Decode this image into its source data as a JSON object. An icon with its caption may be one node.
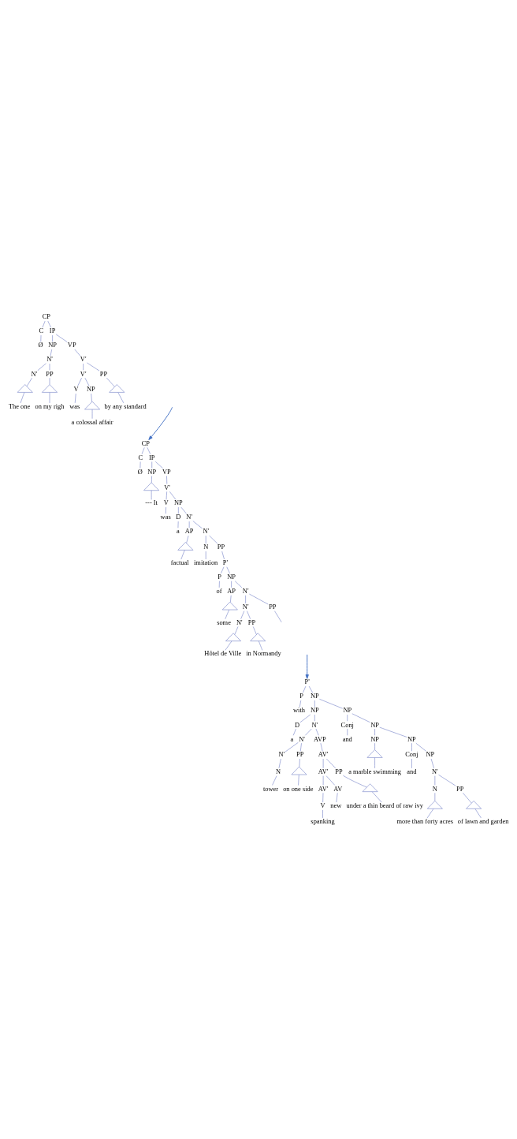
{
  "diagram": {
    "nodes": [
      {
        "text": [
          "CP"
        ]
      },
      {
        "text": [
          "C"
        ]
      },
      {
        "text": [
          "IP"
        ]
      },
      {
        "text": [
          "Ø"
        ]
      },
      {
        "text": [
          "NP"
        ]
      },
      {
        "text": [
          "VP"
        ]
      },
      {
        "text": [
          "N'"
        ]
      },
      {
        "text": [
          "V'"
        ]
      },
      {
        "text": [
          "N'"
        ]
      },
      {
        "text": [
          "PP"
        ]
      },
      {
        "text": [
          "V'"
        ]
      },
      {
        "text": [
          "PP"
        ]
      },
      {
        "text": [],
        "shape": "triangle"
      },
      {
        "text": [
          "The one"
        ]
      },
      {
        "text": [],
        "shape": "triangle"
      },
      {
        "text": [
          "on my righ"
        ]
      },
      {
        "text": [
          "V"
        ]
      },
      {
        "text": [
          "NP"
        ]
      },
      {
        "text": [],
        "shape": "triangle"
      },
      {
        "text": [
          "by any standard"
        ]
      },
      {
        "text": [
          "was"
        ]
      },
      {
        "text": [],
        "shape": "triangle"
      },
      {
        "text": [
          "a colossal affair"
        ]
      },
      {
        "text": [
          "CP"
        ]
      },
      {
        "text": [
          "C"
        ]
      },
      {
        "text": [
          "IP"
        ]
      },
      {
        "text": [
          "Ø"
        ]
      },
      {
        "text": [
          "NP"
        ]
      },
      {
        "text": [
          "VP"
        ]
      },
      {
        "text": [],
        "shape": "triangle"
      },
      {
        "text": [
          "--- It"
        ]
      },
      {
        "text": [
          "V'"
        ]
      },
      {
        "text": [
          "V"
        ]
      },
      {
        "text": [
          "NP"
        ]
      },
      {
        "text": [
          "was"
        ]
      },
      {
        "text": [
          "D"
        ]
      },
      {
        "text": [
          "N'"
        ]
      },
      {
        "text": [
          "a"
        ]
      },
      {
        "text": [
          "AP"
        ]
      },
      {
        "text": [
          "N'"
        ]
      },
      {
        "text": [],
        "shape": "triangle"
      },
      {
        "text": [
          "factual"
        ]
      },
      {
        "text": [
          "N"
        ]
      },
      {
        "text": [
          "PP"
        ]
      },
      {
        "text": [
          "imitation"
        ]
      },
      {
        "text": [
          "P'"
        ]
      },
      {
        "text": [
          "P"
        ]
      },
      {
        "text": [
          "NP"
        ]
      },
      {
        "text": [
          "of"
        ]
      },
      {
        "text": [
          "AP"
        ]
      },
      {
        "text": [
          "N'"
        ]
      },
      {
        "text": [],
        "shape": "triangle"
      },
      {
        "text": [
          "some"
        ]
      },
      {
        "text": [
          "N'"
        ]
      },
      {
        "text": [
          "PP"
        ]
      },
      {
        "text": [
          "N'"
        ]
      },
      {
        "text": [
          "PP"
        ]
      },
      {
        "text": [],
        "shape": "triangle"
      },
      {
        "text": [
          "Hôtel de Ville"
        ]
      },
      {
        "text": [],
        "shape": "triangle"
      },
      {
        "text": [
          "in Normandy"
        ]
      },
      {
        "text": [
          "P'"
        ]
      },
      {
        "text": [
          "P"
        ]
      },
      {
        "text": [
          "NP"
        ]
      },
      {
        "text": [
          "with"
        ]
      },
      {
        "text": [
          "NP"
        ]
      },
      {
        "text": [
          "NP"
        ]
      },
      {
        "text": [
          "D"
        ]
      },
      {
        "text": [
          "N'"
        ]
      },
      {
        "text": [
          "Conj"
        ]
      },
      {
        "text": [
          "NP"
        ]
      },
      {
        "text": [
          "a"
        ]
      },
      {
        "text": [
          "N'"
        ]
      },
      {
        "text": [
          "AVP"
        ]
      },
      {
        "text": [
          "and"
        ]
      },
      {
        "text": [
          "NP"
        ]
      },
      {
        "text": [
          "NP"
        ]
      },
      {
        "text": [
          "N'"
        ]
      },
      {
        "text": [
          "PP"
        ]
      },
      {
        "text": [
          "AV'"
        ]
      },
      {
        "text": [],
        "shape": "triangle"
      },
      {
        "text": [
          "a marble swimming"
        ]
      },
      {
        "text": [
          "Conj"
        ]
      },
      {
        "text": [
          "NP"
        ]
      },
      {
        "text": [
          "N"
        ]
      },
      {
        "text": [],
        "shape": "triangle"
      },
      {
        "text": [
          "on one side"
        ]
      },
      {
        "text": [
          "AV'"
        ]
      },
      {
        "text": [
          "PP"
        ]
      },
      {
        "text": [
          "and"
        ]
      },
      {
        "text": [
          "N'"
        ]
      },
      {
        "text": [
          "tower"
        ]
      },
      {
        "text": [
          "AV'"
        ]
      },
      {
        "text": [
          "AV"
        ]
      },
      {
        "text": [],
        "shape": "triangle"
      },
      {
        "text": [
          "under a thin beard of raw ivy"
        ]
      },
      {
        "text": [
          "N"
        ]
      },
      {
        "text": [
          "PP"
        ]
      },
      {
        "text": [
          "V"
        ]
      },
      {
        "text": [
          "new"
        ]
      },
      {
        "text": [],
        "shape": "triangle"
      },
      {
        "text": [
          "more than forty acres"
        ]
      },
      {
        "text": [],
        "shape": "triangle"
      },
      {
        "text": [
          "of lawn and garden"
        ]
      },
      {
        "text": [
          "spanking"
        ]
      }
    ],
    "edges": [
      {
        "from": 0,
        "to": 1,
        "arrow": "none"
      },
      {
        "from": 0,
        "to": 2,
        "arrow": "none"
      },
      {
        "from": 1,
        "to": 3,
        "arrow": "none"
      },
      {
        "from": 2,
        "to": 4,
        "arrow": "none"
      },
      {
        "from": 2,
        "to": 5,
        "arrow": "none"
      },
      {
        "from": 4,
        "to": 6,
        "arrow": "none"
      },
      {
        "from": 5,
        "to": 7,
        "arrow": "none"
      },
      {
        "from": 6,
        "to": 8,
        "arrow": "none"
      },
      {
        "from": 6,
        "to": 9,
        "arrow": "none"
      },
      {
        "from": 7,
        "to": 10,
        "arrow": "none"
      },
      {
        "from": 7,
        "to": 11,
        "arrow": "none"
      },
      {
        "from": 8,
        "to": 12,
        "arrow": "none"
      },
      {
        "from": 12,
        "to": 13,
        "arrow": "none"
      },
      {
        "from": 9,
        "to": 14,
        "arrow": "none"
      },
      {
        "from": 14,
        "to": 15,
        "arrow": "none"
      },
      {
        "from": 10,
        "to": 16,
        "arrow": "none"
      },
      {
        "from": 10,
        "to": 17,
        "arrow": "none"
      },
      {
        "from": 11,
        "to": 18,
        "arrow": "none"
      },
      {
        "from": 18,
        "to": 19,
        "arrow": "none"
      },
      {
        "from": 16,
        "to": 20,
        "arrow": "none"
      },
      {
        "from": 17,
        "to": 21,
        "arrow": "none"
      },
      {
        "from": 21,
        "to": 22,
        "arrow": "none"
      },
      {
        "from": null,
        "to": 23,
        "arrow": "to",
        "color": "#4472c4"
      },
      {
        "from": 23,
        "to": 24,
        "arrow": "none"
      },
      {
        "from": 23,
        "to": 25,
        "arrow": "none"
      },
      {
        "from": 24,
        "to": 26,
        "arrow": "none"
      },
      {
        "from": 25,
        "to": 27,
        "arrow": "none"
      },
      {
        "from": 25,
        "to": 28,
        "arrow": "none"
      },
      {
        "from": 27,
        "to": 29,
        "arrow": "none"
      },
      {
        "from": 29,
        "to": 30,
        "arrow": "none"
      },
      {
        "from": 28,
        "to": 31,
        "arrow": "none"
      },
      {
        "from": 31,
        "to": 32,
        "arrow": "none"
      },
      {
        "from": 31,
        "to": 33,
        "arrow": "none"
      },
      {
        "from": 32,
        "to": 34,
        "arrow": "none"
      },
      {
        "from": 33,
        "to": 35,
        "arrow": "none"
      },
      {
        "from": 33,
        "to": 36,
        "arrow": "none"
      },
      {
        "from": 35,
        "to": 37,
        "arrow": "none"
      },
      {
        "from": 36,
        "to": 38,
        "arrow": "none"
      },
      {
        "from": 36,
        "to": 39,
        "arrow": "none"
      },
      {
        "from": 38,
        "to": 40,
        "arrow": "none"
      },
      {
        "from": 40,
        "to": 41,
        "arrow": "none"
      },
      {
        "from": 39,
        "to": 42,
        "arrow": "none"
      },
      {
        "from": 39,
        "to": 43,
        "arrow": "none"
      },
      {
        "from": 42,
        "to": 44,
        "arrow": "none"
      },
      {
        "from": 43,
        "to": 45,
        "arrow": "none"
      },
      {
        "from": 45,
        "to": 46,
        "arrow": "none"
      },
      {
        "from": 45,
        "to": 47,
        "arrow": "none"
      },
      {
        "from": 46,
        "to": 48,
        "arrow": "none"
      },
      {
        "from": 47,
        "to": 49,
        "arrow": "none"
      },
      {
        "from": 47,
        "to": 50,
        "arrow": "none"
      },
      {
        "from": 49,
        "to": 51,
        "arrow": "none"
      },
      {
        "from": 51,
        "to": 52,
        "arrow": "none"
      },
      {
        "from": 50,
        "to": 53,
        "arrow": "none"
      },
      {
        "from": 50,
        "to": 54,
        "arrow": "none"
      },
      {
        "from": 53,
        "to": 55,
        "arrow": "none"
      },
      {
        "from": 53,
        "to": 56,
        "arrow": "none"
      },
      {
        "from": 55,
        "to": 57,
        "arrow": "none"
      },
      {
        "from": 57,
        "to": 58,
        "arrow": "none"
      },
      {
        "from": 56,
        "to": 59,
        "arrow": "none"
      },
      {
        "from": 59,
        "to": 60,
        "arrow": "none"
      },
      {
        "from": 54,
        "to": null,
        "arrow": "none"
      },
      {
        "from": null,
        "to": 61,
        "arrow": "to",
        "color": "#4472c4"
      },
      {
        "from": 61,
        "to": 62,
        "arrow": "none"
      },
      {
        "from": 61,
        "to": 63,
        "arrow": "none"
      },
      {
        "from": 62,
        "to": 64,
        "arrow": "none"
      },
      {
        "from": 63,
        "to": 65,
        "arrow": "none"
      },
      {
        "from": 63,
        "to": 66,
        "arrow": "none"
      },
      {
        "from": 65,
        "to": 67,
        "arrow": "none"
      },
      {
        "from": 65,
        "to": 68,
        "arrow": "none"
      },
      {
        "from": 66,
        "to": 69,
        "arrow": "none"
      },
      {
        "from": 66,
        "to": 70,
        "arrow": "none"
      },
      {
        "from": 67,
        "to": 71,
        "arrow": "none"
      },
      {
        "from": 68,
        "to": 72,
        "arrow": "none"
      },
      {
        "from": 68,
        "to": 73,
        "arrow": "none"
      },
      {
        "from": 69,
        "to": 74,
        "arrow": "none"
      },
      {
        "from": 70,
        "to": 75,
        "arrow": "none"
      },
      {
        "from": 70,
        "to": 76,
        "arrow": "none"
      },
      {
        "from": 72,
        "to": 77,
        "arrow": "none"
      },
      {
        "from": 72,
        "to": 78,
        "arrow": "none"
      },
      {
        "from": 73,
        "to": 79,
        "arrow": "none"
      },
      {
        "from": 75,
        "to": 80,
        "arrow": "none"
      },
      {
        "from": 80,
        "to": 81,
        "arrow": "none"
      },
      {
        "from": 76,
        "to": 82,
        "arrow": "none"
      },
      {
        "from": 76,
        "to": 83,
        "arrow": "none"
      },
      {
        "from": 77,
        "to": 84,
        "arrow": "none"
      },
      {
        "from": 78,
        "to": 85,
        "arrow": "none"
      },
      {
        "from": 85,
        "to": 86,
        "arrow": "none"
      },
      {
        "from": 79,
        "to": 87,
        "arrow": "none"
      },
      {
        "from": 79,
        "to": 88,
        "arrow": "none"
      },
      {
        "from": 82,
        "to": 89,
        "arrow": "none"
      },
      {
        "from": 83,
        "to": 90,
        "arrow": "none"
      },
      {
        "from": 84,
        "to": 91,
        "arrow": "none"
      },
      {
        "from": 87,
        "to": 92,
        "arrow": "none"
      },
      {
        "from": 87,
        "to": 93,
        "arrow": "none"
      },
      {
        "from": 88,
        "to": 94,
        "arrow": "none"
      },
      {
        "from": 94,
        "to": 95,
        "arrow": "none"
      },
      {
        "from": 90,
        "to": 96,
        "arrow": "none"
      },
      {
        "from": 90,
        "to": 97,
        "arrow": "none"
      },
      {
        "from": 92,
        "to": 98,
        "arrow": "none"
      },
      {
        "from": 93,
        "to": 99,
        "arrow": "none"
      },
      {
        "from": 96,
        "to": 100,
        "arrow": "none"
      },
      {
        "from": 100,
        "to": 101,
        "arrow": "none"
      },
      {
        "from": 97,
        "to": 102,
        "arrow": "none"
      },
      {
        "from": 102,
        "to": 103,
        "arrow": "none"
      },
      {
        "from": 98,
        "to": 104,
        "arrow": "none"
      }
    ]
  }
}
